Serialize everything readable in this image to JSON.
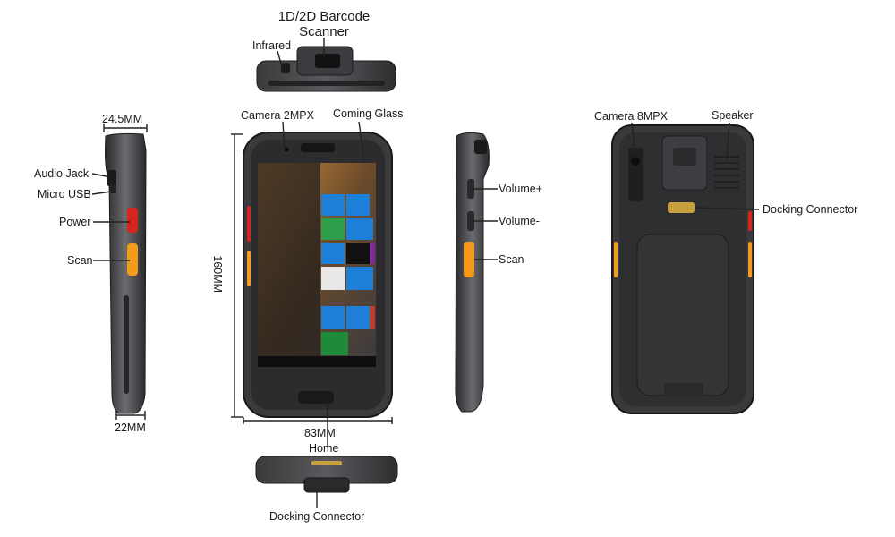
{
  "labels": {
    "barcode_scanner": "1D/2D Barcode\nScanner",
    "infrared": "Infrared",
    "width_top": "24.5MM",
    "width_bottom": "22MM",
    "audio_jack": "Audio Jack",
    "micro_usb": "Micro USB",
    "power": "Power",
    "scan_left": "Scan",
    "camera_front": "Camera 2MPX",
    "coming_glass": "Coming Glass",
    "height": "160MM",
    "width_front": "83MM",
    "home": "Home",
    "docking_connector_bottom": "Docking Connector",
    "volume_up": "Volume+",
    "volume_down": "Volume-",
    "scan_right": "Scan",
    "camera_rear": "Camera 8MPX",
    "speaker": "Speaker",
    "docking_connector_back": "Docking Connector"
  },
  "colors": {
    "body_dark": "#2b2b2d",
    "body_mid": "#4a4a4d",
    "accent_orange": "#f29b1c",
    "accent_red": "#d4261c",
    "screen_blue": "#1e7fd8",
    "leader": "#222222"
  }
}
